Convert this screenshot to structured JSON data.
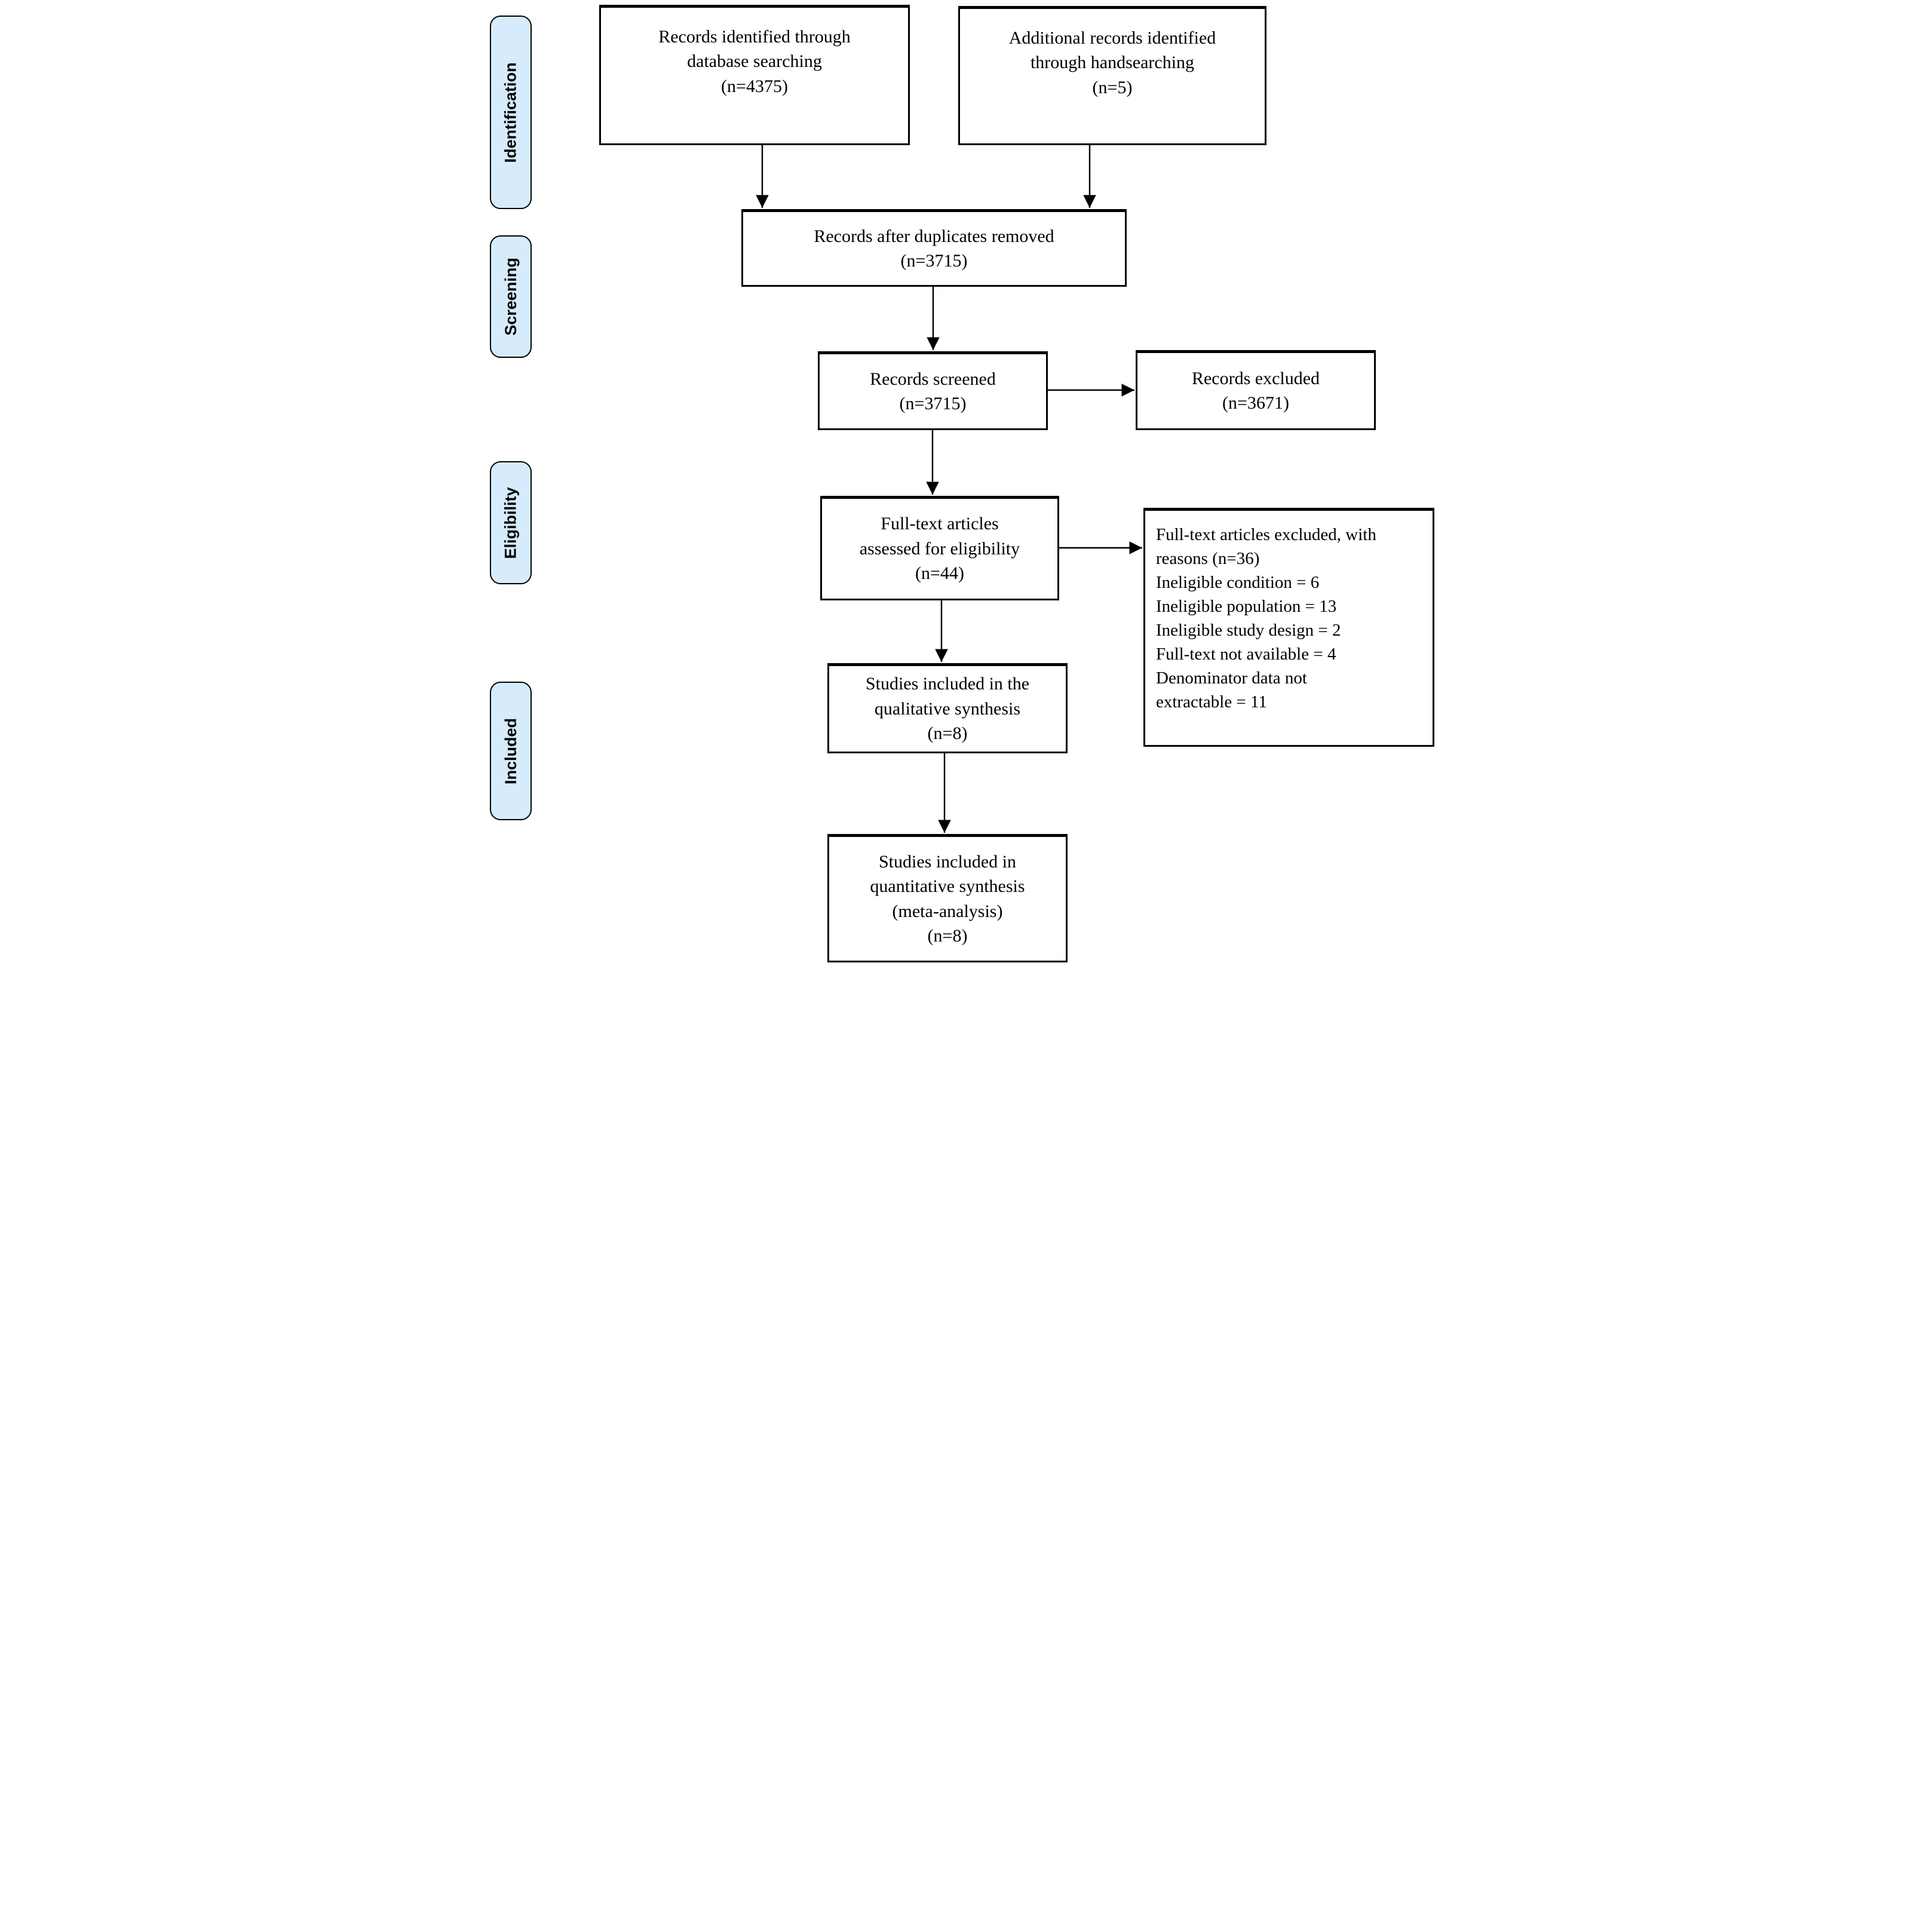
{
  "stages": [
    {
      "label": "Identification"
    },
    {
      "label": "Screening"
    },
    {
      "label": "Eligibility"
    },
    {
      "label": "Included"
    }
  ],
  "boxes": {
    "identified": {
      "text": "Records identified through\ndatabase searching\n(n=4375)"
    },
    "additional": {
      "text": "Additional records identified\nthrough handsearching\n(n=5)"
    },
    "deduplicated": {
      "text": "Records after duplicates removed\n(n=3715)"
    },
    "screened": {
      "text": "Records screened\n(n=3715)"
    },
    "excluded": {
      "text": "Records excluded\n(n=3671)"
    },
    "fulltext_assessed": {
      "text": "Full-text articles\nassessed for eligibility\n(n=44)"
    },
    "fulltext_excluded": {
      "text": "Full-text articles excluded, with\nreasons (n=36)\nIneligible condition = 6\nIneligible population = 13\nIneligible study design = 2\nFull-text not available = 4\nDenominator data not\nextractable = 11"
    },
    "qualitative": {
      "text": "Studies included in the\nqualitative synthesis\n(n=8)"
    },
    "quantitative": {
      "text": "Studies included in\nquantitative synthesis\n(meta-analysis)\n(n=8)"
    }
  },
  "colors": {
    "stage_fill": "#d6ebfb",
    "stage_border": "#000000",
    "box_fill": "#ffffff",
    "box_border": "#000000",
    "arrow": "#000000",
    "text": "#000000"
  }
}
